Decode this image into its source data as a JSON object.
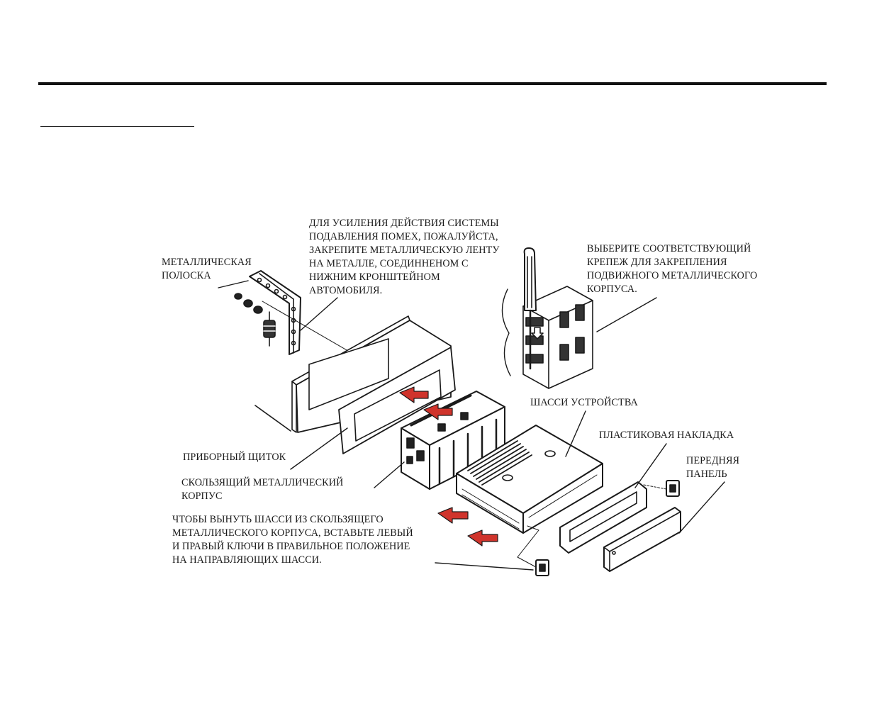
{
  "labels": {
    "metal_strip": [
      "МЕТАЛЛИЧЕСКАЯ",
      "ПОЛОСКА"
    ],
    "noise_note": [
      "ДЛЯ УСИЛЕНИЯ ДЕЙСТВИЯ СИСТЕМЫ",
      "ПОДАВЛЕНИЯ ПОМЕХ, ПОЖАЛУЙСТА,",
      "ЗАКРЕПИТЕ МЕТАЛЛИЧЕСКУЮ ЛЕНТУ",
      "НА МЕТАЛЛЕ, СОЕДИННЕНОМ С",
      "НИЖНИМ КРОНШТЕЙНОМ",
      "АВТОМОБИЛЯ."
    ],
    "fastener_note": [
      "ВЫБЕРИТЕ СООТВЕТСТВУЮЩИЙ",
      "КРЕПЕЖ ДЛЯ ЗАКРЕПЛЕНИЯ",
      "ПОДВИЖНОГО МЕТАЛЛИЧЕСКОГО",
      "КОРПУСА."
    ],
    "chassis": [
      "ШАССИ УСТРОЙСТВА"
    ],
    "plastic_trim": [
      "ПЛАСТИКОВАЯ НАКЛАДКА"
    ],
    "front_panel": [
      "ПЕРЕДНЯЯ",
      "ПАНЕЛЬ"
    ],
    "dashboard": [
      "ПРИБОРНЫЙ ЩИТОК"
    ],
    "sleeve": [
      "СКОЛЬЗЯЩИЙ МЕТАЛЛИЧЕСКИЙ",
      "КОРПУС"
    ],
    "removal_note": [
      "ЧТОБЫ ВЫНУТЬ ШАССИ ИЗ СКОЛЬЗЯЩЕГО",
      "МЕТАЛЛИЧЕСКОГО КОРПУСА, ВСТАВЬТЕ ЛЕВЫЙ",
      "И ПРАВЫЙ КЛЮЧИ В ПРАВИЛЬНОЕ ПОЛОЖЕНИЕ",
      "НА НАПРАВЛЯЮЩИХ ШАССИ."
    ]
  },
  "colors": {
    "line": "#1a1a1a",
    "arrow_fill": "#d0342c",
    "background": "#ffffff"
  }
}
